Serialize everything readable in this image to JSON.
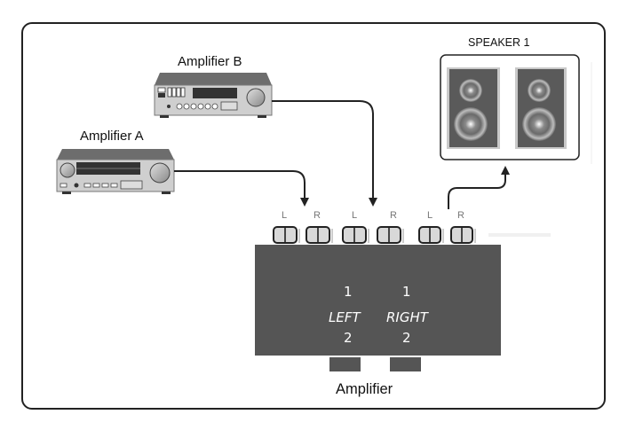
{
  "devices": {
    "amplifier_b": {
      "label": "Amplifier B"
    },
    "amplifier_a": {
      "label": "Amplifier A"
    },
    "speaker": {
      "label": "SPEAKER 1"
    },
    "amplifier": {
      "label": "Amplifier",
      "panel": {
        "left_top": "1",
        "right_top": "1",
        "left_label": "LEFT",
        "right_label": "RIGHT",
        "left_bottom": "2",
        "right_bottom": "2"
      }
    }
  },
  "inputs": [
    {
      "label": "L"
    },
    {
      "label": "R"
    },
    {
      "label": "L"
    },
    {
      "label": "R"
    },
    {
      "label": "L"
    },
    {
      "label": "R"
    }
  ],
  "colors": {
    "amp_body": "#555555",
    "speaker_face": "#5a5a5a",
    "receiver_face": "#cfcfcf",
    "line": "#222222"
  }
}
